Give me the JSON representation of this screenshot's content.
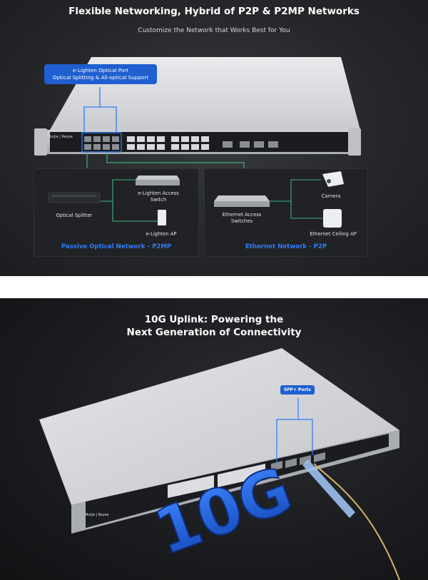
{
  "top": {
    "headline": "Flexible Networking, Hybrid of P2P & P2MP Networks",
    "subtitle": "Customize the Network that Works Best for You",
    "callout_line1": "e-Lighten Optical Port",
    "callout_line2": "Optical Splitting & All-optical Support",
    "brand": "Ruijie | Reyee",
    "left_net": {
      "title": "Passive Optical Network - P2MP",
      "splitter": "Optical Splitter",
      "access_switch_line1": "e-Lighten Access",
      "access_switch_line2": "Switch",
      "ap": "e-Lighten AP"
    },
    "right_net": {
      "title": "Ethernet Network - P2P",
      "access_line1": "Ethernet Access",
      "access_line2": "Switches",
      "camera": "Camera",
      "ceiling_ap": "Ethernet Ceiling AP"
    }
  },
  "bottom": {
    "headline_line1": "10G Uplink: Powering the",
    "headline_line2": "Next Generation of Connectivity",
    "sfp_badge": "SFP+ Ports",
    "big_text": "10G",
    "brand": "Ruijie | Reyee"
  },
  "colors": {
    "accent_blue": "#1f5fd0",
    "title_blue": "#2f7cf6",
    "link_green": "#3fb27f"
  }
}
